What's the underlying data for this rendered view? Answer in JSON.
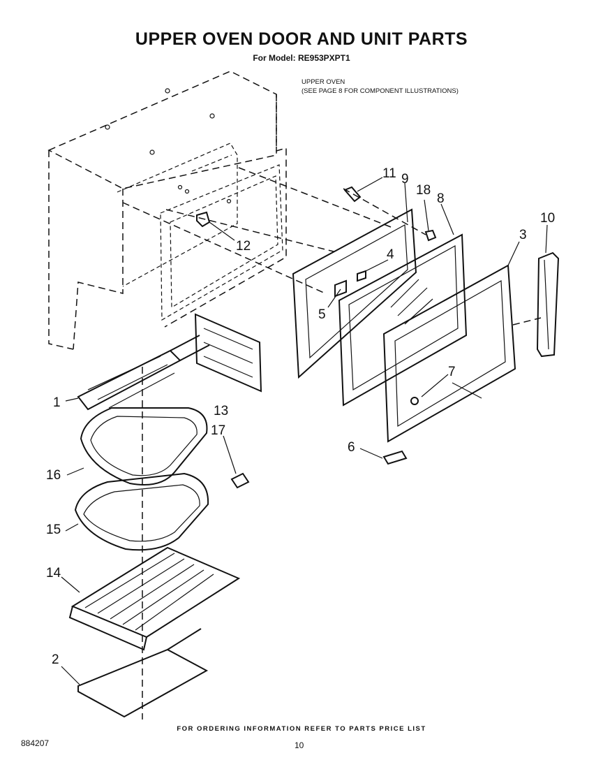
{
  "header": {
    "title": "UPPER OVEN DOOR AND UNIT PARTS",
    "model": "For Model: RE953PXPT1"
  },
  "note": {
    "line1": "UPPER OVEN",
    "line2": "(SEE PAGE 8 FOR COMPONENT ILLUSTRATIONS)"
  },
  "callouts": {
    "c1": "1",
    "c2": "2",
    "c3": "3",
    "c4": "4",
    "c5": "5",
    "c6": "6",
    "c7": "7",
    "c8": "8",
    "c9": "9",
    "c10": "10",
    "c11": "11",
    "c12": "12",
    "c13": "13",
    "c14": "14",
    "c15": "15",
    "c16": "16",
    "c17": "17",
    "c18": "18"
  },
  "footer": {
    "ordering": "FOR ORDERING INFORMATION REFER TO PARTS PRICE LIST",
    "code": "884207",
    "page": "10"
  }
}
